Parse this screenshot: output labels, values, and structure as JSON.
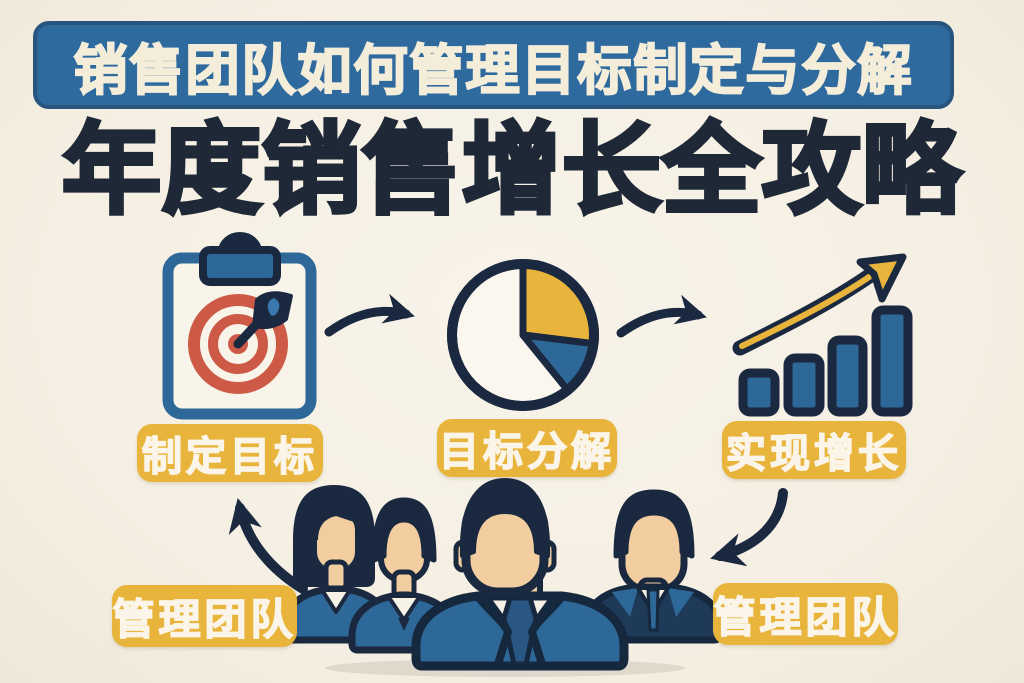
{
  "banner": {
    "title": "销售团队如何管理目标制定与分解"
  },
  "main_title": "年度销售增长全攻略",
  "flow": {
    "steps": [
      {
        "id": "set-goals",
        "label": "制定目标",
        "icon": "clipboard-target-icon"
      },
      {
        "id": "decompose-goals",
        "label": "目标分解",
        "icon": "pie-chart-icon"
      },
      {
        "id": "achieve-growth",
        "label": "实现增长",
        "icon": "growth-bars-icon"
      }
    ],
    "connector_icons": [
      "curved-arrow-right-icon",
      "curved-arrow-right-icon"
    ]
  },
  "team": {
    "left_label": "管理团队",
    "right_label": "管理团队",
    "members_visible": 4,
    "feedback_arrows": [
      "curved-arrow-up-icon",
      "curved-arrow-down-icon"
    ]
  },
  "colors": {
    "background_cream": "#f6f0e4",
    "banner_blue": "#2f6a9e",
    "navy_outline": "#1b2940",
    "accent_yellow": "#e9b43c",
    "target_red": "#cd5a47",
    "icon_blue": "#2e6899",
    "cream_text": "#f4edda",
    "title_dark": "#1e2836",
    "skin_tone": "#f2cda0"
  }
}
